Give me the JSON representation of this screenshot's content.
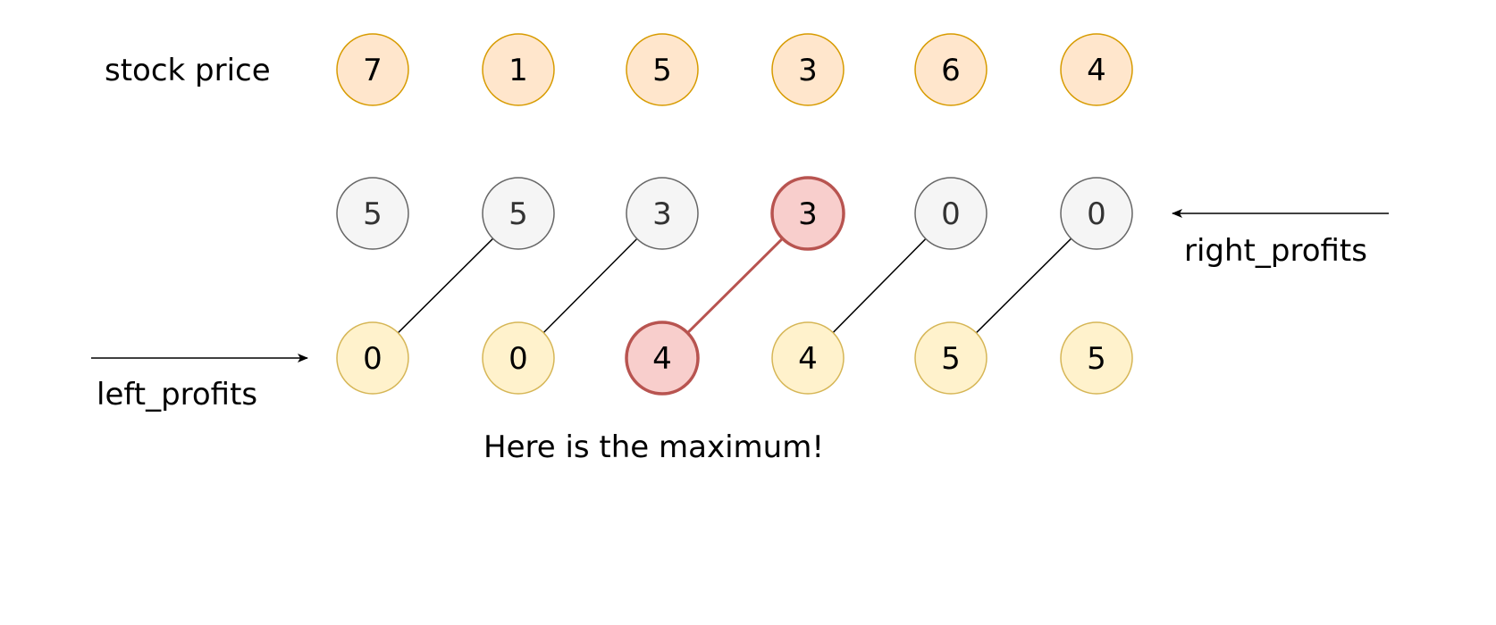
{
  "labels": {
    "stock_price": "stock price",
    "right_profits": "right_profits",
    "left_profits": "left_profits",
    "annotation": "Here is the maximum!"
  },
  "rows": {
    "stock_price": [
      "7",
      "1",
      "5",
      "3",
      "6",
      "4"
    ],
    "right_profits": [
      "5",
      "5",
      "3",
      "3",
      "0",
      "0"
    ],
    "left_profits": [
      "0",
      "0",
      "4",
      "4",
      "5",
      "5"
    ]
  },
  "highlight_index": 3,
  "highlight_left_index": 2,
  "colors": {
    "stock_fill": "#ffe6cc",
    "stock_stroke": "#d79b00",
    "right_fill": "#f5f5f5",
    "right_stroke": "#666666",
    "right_text": "#333333",
    "left_fill": "#fff2cc",
    "left_stroke": "#d6b656",
    "highlight_fill": "#f8cecc",
    "highlight_stroke": "#b85450",
    "line": "#000000"
  }
}
